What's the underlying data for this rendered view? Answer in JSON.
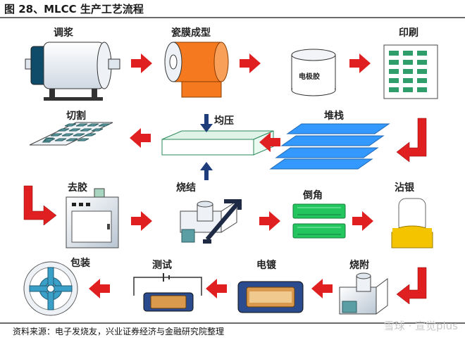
{
  "figure": {
    "title": "图 28、MLCC 生产工艺流程",
    "source": "资料来源：电子发烧友，兴业证券经济与金融研究院整理",
    "watermark": "雪球 · 宣觉plus"
  },
  "steps": {
    "tiaojiang": "调浆",
    "cimochengxing": "瓷膜成型",
    "dianjijiao": "电极胶",
    "yinshua": "印刷",
    "duizhan": "堆栈",
    "junya": "均压",
    "qiege": "切割",
    "qujiao": "去胶",
    "shaojie": "烧结",
    "daojiao": "倒角",
    "zhanyin": "沾银",
    "shaofu": "烧附",
    "diandu": "电镀",
    "ceshi": "测试",
    "baozhuang": "包装"
  },
  "colors": {
    "arrow_red": "#e02020",
    "arrow_blue": "#1f3d7a",
    "film_orange": "#f57a1f",
    "sheet_blue": "#3399ff",
    "block_teal": "#5b9ea3",
    "green": "#22c55e",
    "gold": "#f5c400",
    "navy": "#2a4b8d"
  }
}
